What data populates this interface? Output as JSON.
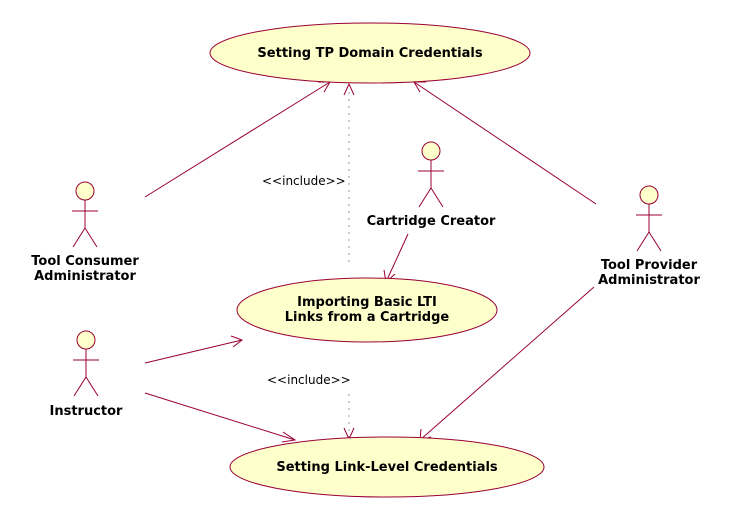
{
  "diagram": {
    "colors": {
      "usecase_fill": "#ffffcc",
      "usecase_stroke": "#990033",
      "actor_fill": "#ffffcc",
      "actor_stroke": "#990033",
      "line": "#990033",
      "dotted": "#999999"
    },
    "use_cases": {
      "tp_domain": "Setting TP Domain Credentials",
      "importing": [
        "Importing Basic LTI",
        "Links from a Cartridge"
      ],
      "link_level": "Setting Link-Level Credentials"
    },
    "actors": {
      "tool_consumer_admin": [
        "Tool Consumer",
        "Administrator"
      ],
      "cartridge_creator": "Cartridge Creator",
      "tool_provider_admin": [
        "Tool Provider",
        "Administrator"
      ],
      "instructor": "Instructor"
    },
    "stereotypes": {
      "include_top": "<<include>>",
      "include_bottom": "<<include>>"
    }
  }
}
